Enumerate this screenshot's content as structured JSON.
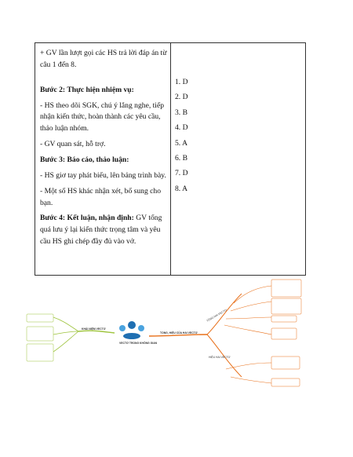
{
  "table": {
    "left": {
      "intro": "+ GV lần lượt gọi các HS trả lời đáp án từ câu 1 đến 8.",
      "step2_title": "Bước 2: Thực hiện nhiệm vụ:",
      "step2_line1": "- HS theo dõi SGK, chú ý lắng nghe, tiếp nhận kiến thức, hoàn thành các yêu cầu, thảo luận nhóm.",
      "step2_line2": "- GV quan sát, hỗ trợ.",
      "step3_title": "Bước 3: Báo cáo, thảo luận:",
      "step3_line1": "- HS giơ tay phát biểu, lên bảng trình bày.",
      "step3_line2": "- Một số HS khác nhận xét, bổ sung cho bạn.",
      "step4_title": "Bước 4: Kết luận, nhận định:",
      "step4_text": " GV tổng quá lưu ý lại kiến thức trọng tâm và yêu cầu HS ghi chép đầy đủ vào vở."
    },
    "answers": [
      "1. D",
      "2. D",
      "3. B",
      "4. D",
      "5. A",
      "6. B",
      "7. D",
      "8. A"
    ]
  },
  "mindmap": {
    "center": "VECTƠ TRONG KHÔNG GIAN",
    "left_branch": "KHÁI NIỆM VECTƠ",
    "right_branch": "TỔNG, HIỆU CỦA HAI VECTƠ",
    "sub_top": "TỔNG HAI VECTƠ",
    "sub_bottom": "HIỆU HAI VECTƠ",
    "colors": {
      "left": "#9dc33b",
      "right": "#e8701a",
      "center": "#1f6fb2"
    }
  }
}
